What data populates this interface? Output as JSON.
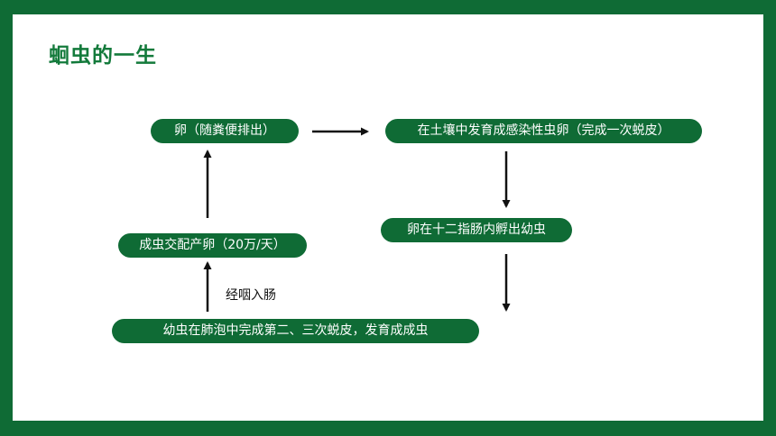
{
  "slide": {
    "title": "蛔虫的一生"
  },
  "nodes": {
    "egg": "卵（随粪便排出）",
    "soil": "在土壤中发育成感染性虫卵（完成一次蜕皮）",
    "hatch": "卵在十二指肠内孵出幼虫",
    "lung": "幼虫在肺泡中完成第二、三次蜕皮，发育成成虫",
    "adult": "成虫交配产卵（20万/天）"
  },
  "notes": {
    "throat": "经咽入肠"
  },
  "colors": {
    "frame": "#0f6b35",
    "node_fill": "#0f6b35",
    "title_text": "#137a3b",
    "arrow": "#111111"
  }
}
